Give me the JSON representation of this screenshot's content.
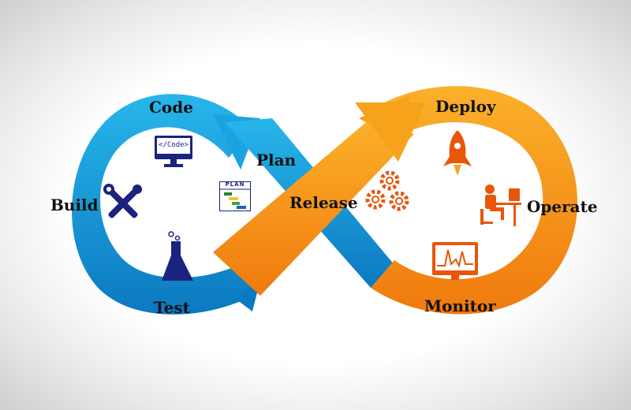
{
  "diagram": {
    "stages": {
      "code": "Code",
      "build": "Build",
      "test": "Test",
      "plan": "Plan",
      "release": "Release",
      "deploy": "Deploy",
      "operate": "Operate",
      "monitor": "Monitor"
    },
    "icons": {
      "code_screen_text": "</Code>",
      "plan_board_text": "PLAN"
    },
    "colors": {
      "blue": "#1aa3e0",
      "blue_dark": "#0b7ac2",
      "orange": "#f7a21b",
      "orange_dark": "#ef7d10",
      "icon_navy": "#1a237e",
      "icon_orange": "#e8560b"
    },
    "icon_names": [
      "monitor-code-icon",
      "plan-board-icon",
      "tools-icon",
      "flask-icon",
      "gears-icon",
      "rocket-icon",
      "operator-desk-icon",
      "monitor-chart-icon"
    ]
  }
}
